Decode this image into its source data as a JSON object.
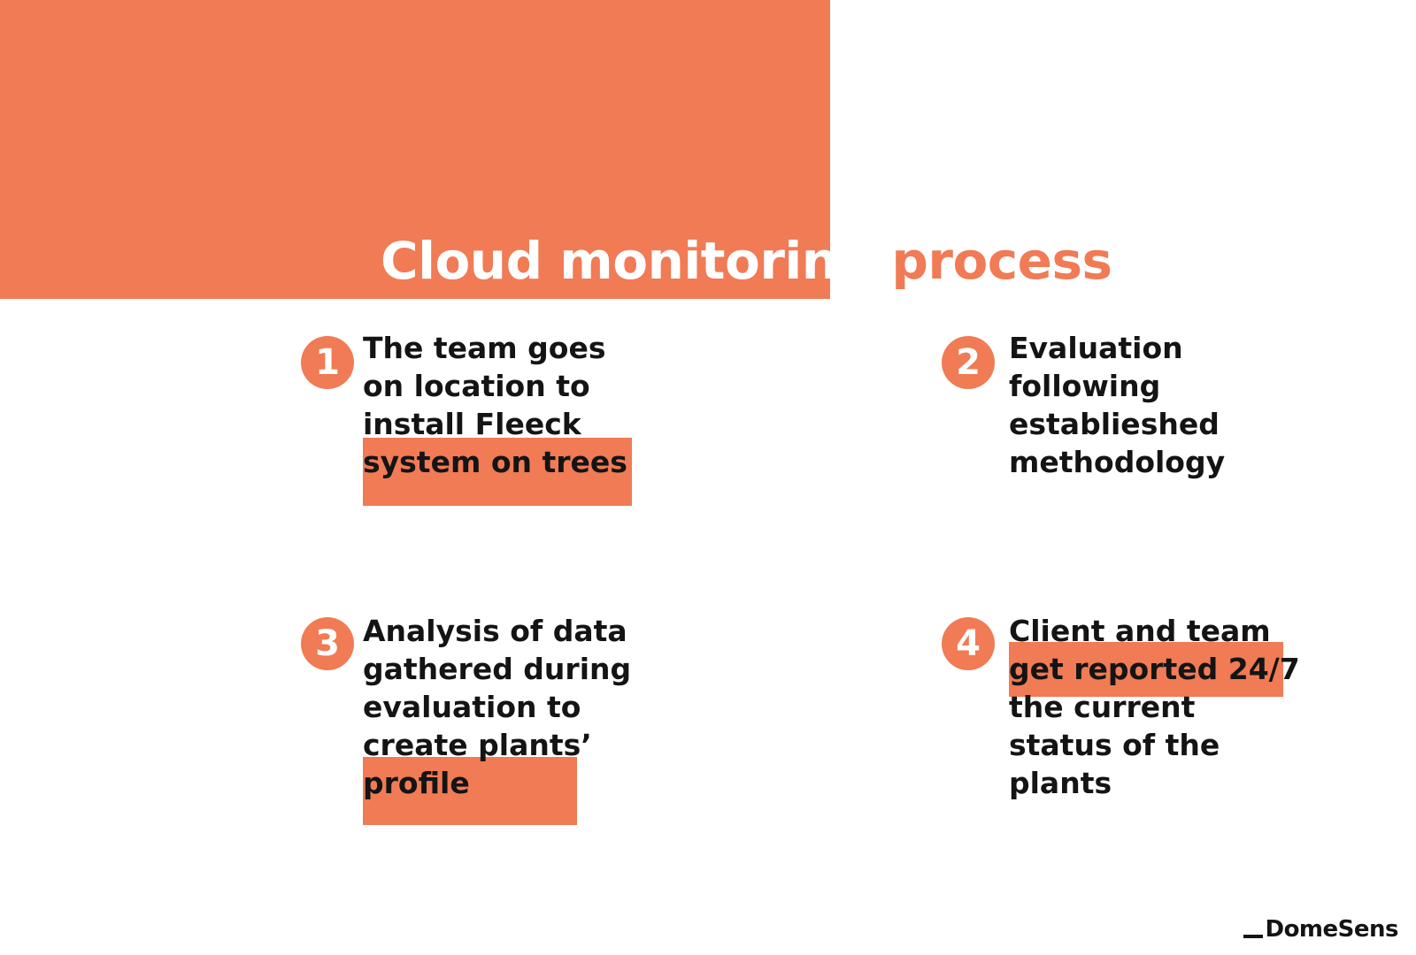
{
  "title": {
    "part_white": "Cloud monitoring",
    "part_orange": "process"
  },
  "steps": [
    {
      "number": "1",
      "text": "The team goes on location to install Fleeck system on trees"
    },
    {
      "number": "2",
      "text": "Evaluation following establieshed methodology"
    },
    {
      "number": "3",
      "text": "Analysis of data gathered during evaluation to create plants’ profile"
    },
    {
      "number": "4",
      "text": "Client and team get reported 24/7 the current status of the plants"
    }
  ],
  "logo": {
    "text": "DomeSens"
  },
  "colors": {
    "accent": "#F07B55",
    "text": "#141414",
    "background": "#ffffff"
  }
}
